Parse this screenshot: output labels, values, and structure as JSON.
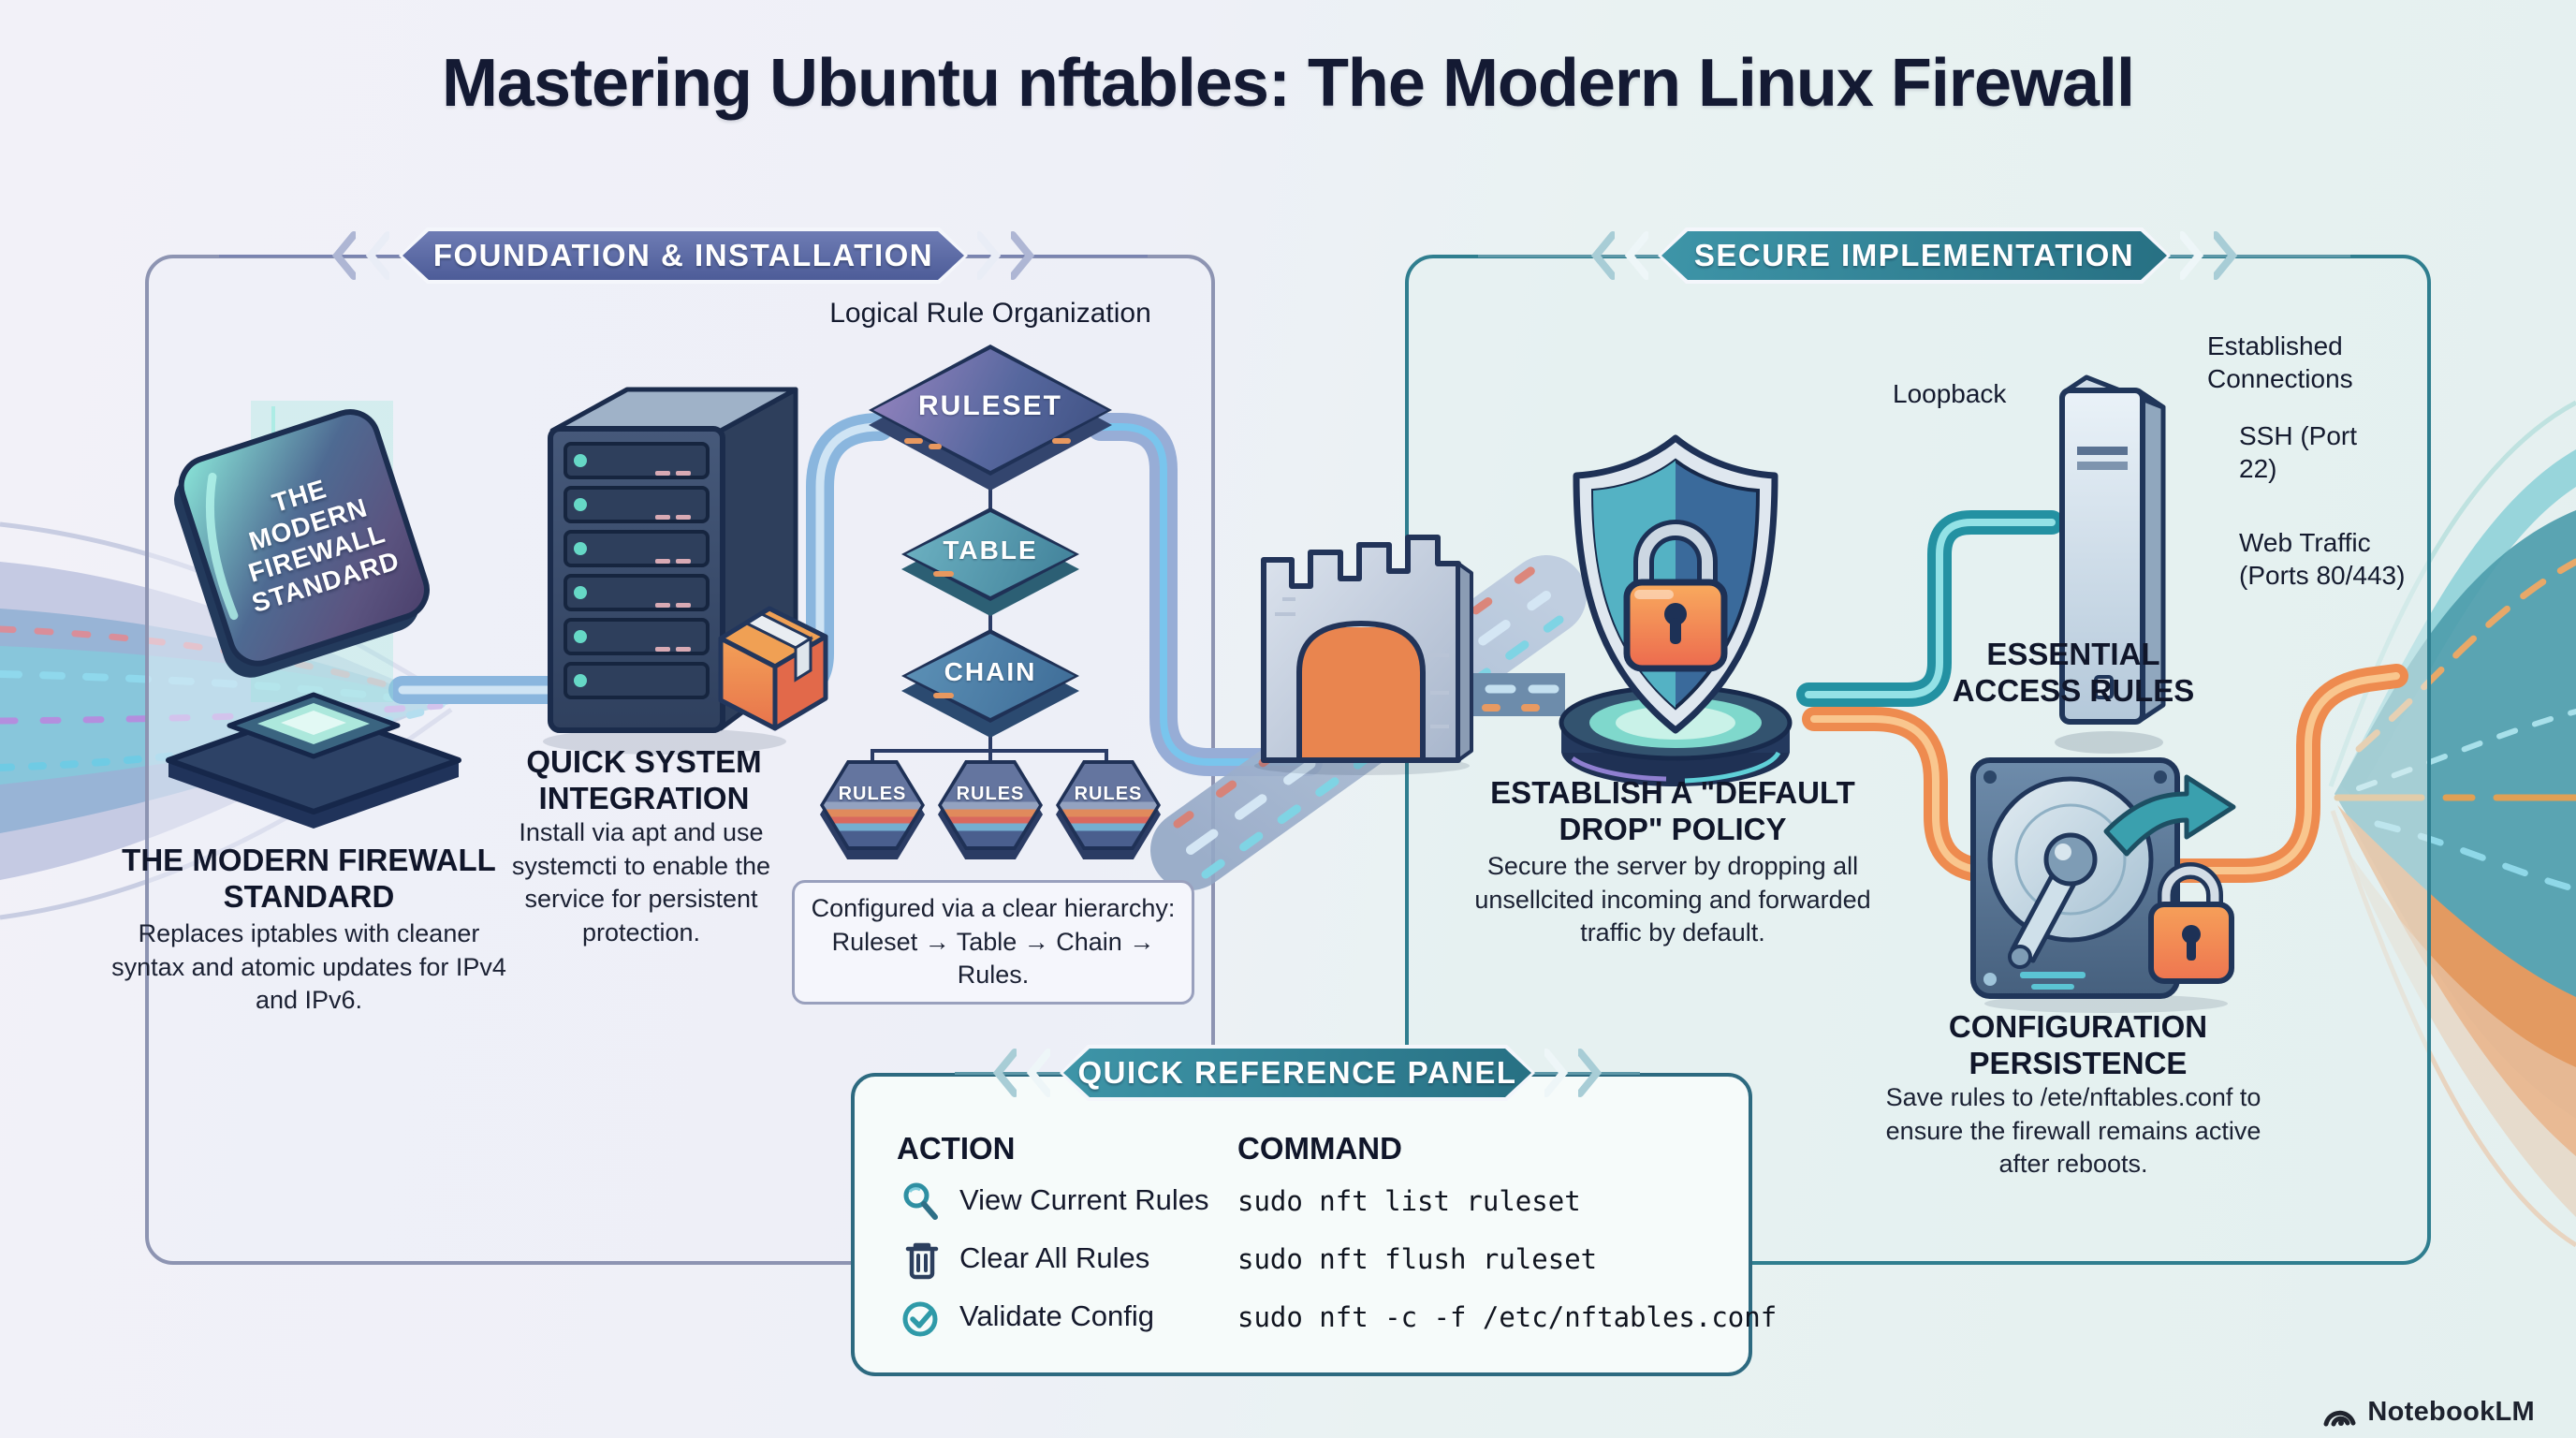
{
  "title": "Mastering Ubuntu nftables: The Modern Linux Firewall",
  "foundation": {
    "banner": "FOUNDATION & INSTALLATION",
    "monument": {
      "sign_lines": [
        "THE",
        "MODERN",
        "FIREWALL",
        "STANDARD"
      ],
      "heading": "THE MODERN FIREWALL STANDARD",
      "body": "Replaces iptables with cleaner syntax and atomic updates for IPv4 and IPv6."
    },
    "integration": {
      "heading": "QUICK SYSTEM INTEGRATION",
      "body": "Install via apt and use systemcti to enable the service for persistent protection."
    },
    "hierarchy": {
      "label": "Logical Rule Organization",
      "nodes": [
        "RULESET",
        "TABLE",
        "CHAIN"
      ],
      "leaves": [
        "RULES",
        "RULES",
        "RULES"
      ],
      "caption": "Configured via a clear hierarchy: Ruleset → Table → Chain → Rules."
    }
  },
  "secure": {
    "banner": "SECURE IMPLEMENTATION",
    "default_drop": {
      "heading": "ESTABLISH A \"DEFAULT DROP\" POLICY",
      "body": "Secure the server by dropping all unsellcited incoming and forwarded traffic by default."
    },
    "access_rules": {
      "heading": "ESSENTIAL ACCESS RULES",
      "labels": {
        "loopback": "Loopback",
        "established": "Established Connections",
        "ssh": "SSH (Port 22)",
        "web": "Web Traffic (Ports 80/443)"
      }
    },
    "persistence": {
      "heading": "CONFIGURATION PERSISTENCE",
      "body": "Save rules to /ete/nftables.conf to ensure the firewall remains active after reboots."
    }
  },
  "quick_reference": {
    "banner": "QUICK REFERENCE PANEL",
    "columns": [
      "ACTION",
      "COMMAND"
    ],
    "rows": [
      {
        "icon": "magnifier-icon",
        "action": "View Current Rules",
        "command": "sudo nft list ruleset"
      },
      {
        "icon": "trash-icon",
        "action": "Clear All Rules",
        "command": "sudo nft flush ruleset"
      },
      {
        "icon": "check-circle-icon",
        "action": "Validate Config",
        "command": "sudo nft -c -f /etc/nftables.conf"
      }
    ]
  },
  "watermark": {
    "label": "NotebookLM"
  },
  "colors": {
    "accent_blue": "#4d5c98",
    "accent_teal": "#2f7e8f",
    "accent_orange": "#ee8b4f",
    "ink": "#141a33"
  }
}
